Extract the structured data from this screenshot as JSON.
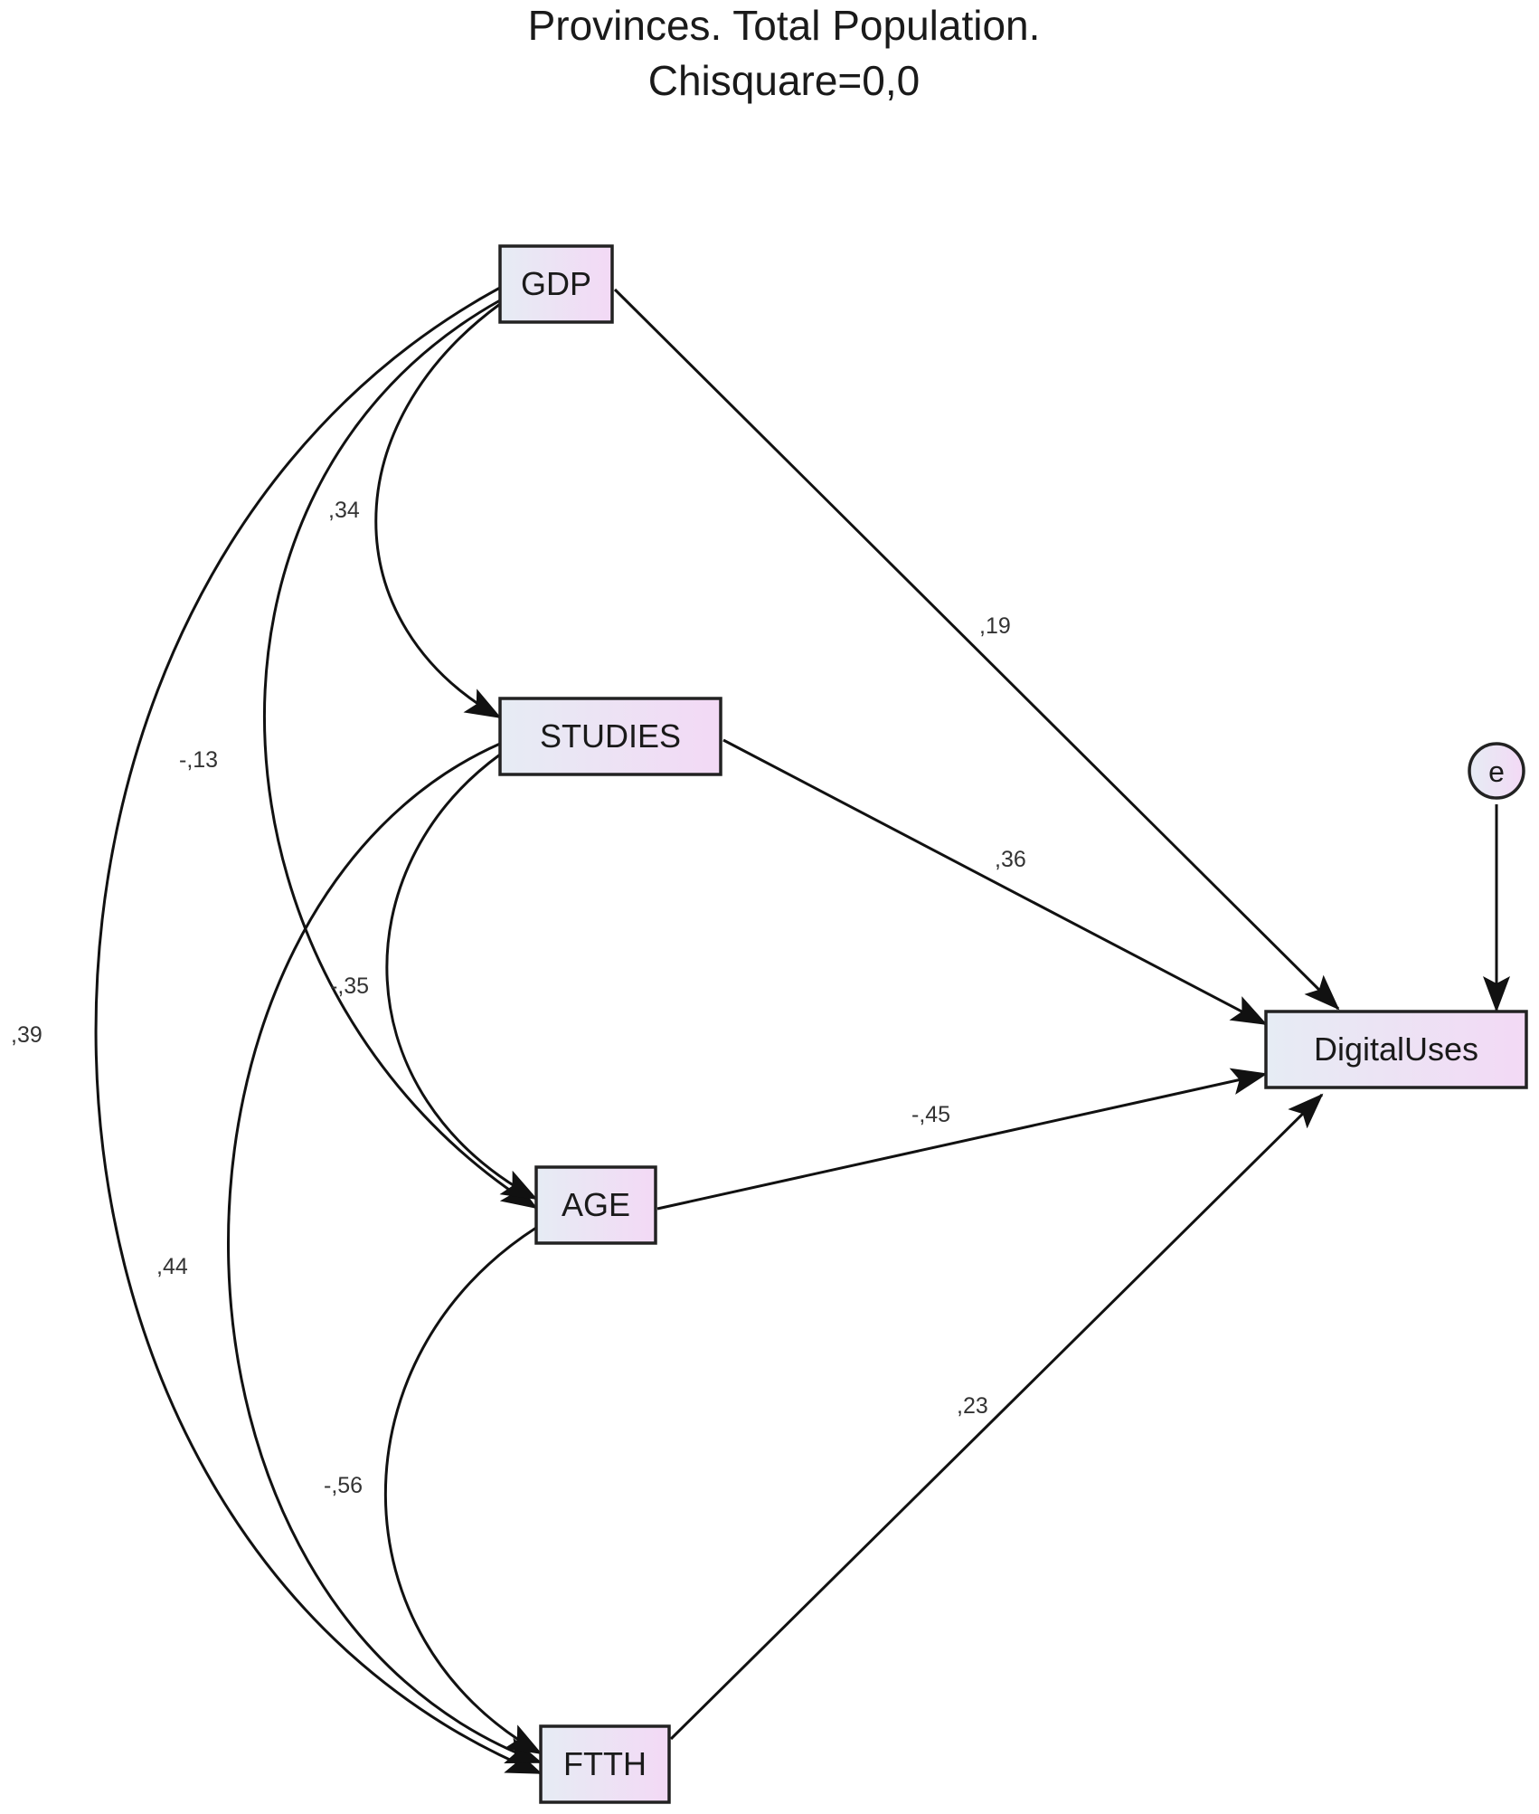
{
  "title": {
    "line1": "Provinces. Total Population.",
    "line2": "Chisquare=0,0"
  },
  "nodes": {
    "gdp": "GDP",
    "studies": "STUDIES",
    "age": "AGE",
    "ftth": "FTTH",
    "digital": "DigitalUses",
    "error": "e"
  },
  "paths": {
    "gdp_digital": ",19",
    "studies_digital": ",36",
    "age_digital": "-,45",
    "ftth_digital": ",23"
  },
  "correlations": {
    "gdp_studies": ",34",
    "gdp_age": "-,13",
    "gdp_ftth": ",39",
    "studies_age": "-,35",
    "studies_ftth": ",44",
    "age_ftth": "-,56"
  },
  "colors": {
    "node_fill_left": "#e6ecf4",
    "node_fill_right": "#f3d9f5"
  }
}
